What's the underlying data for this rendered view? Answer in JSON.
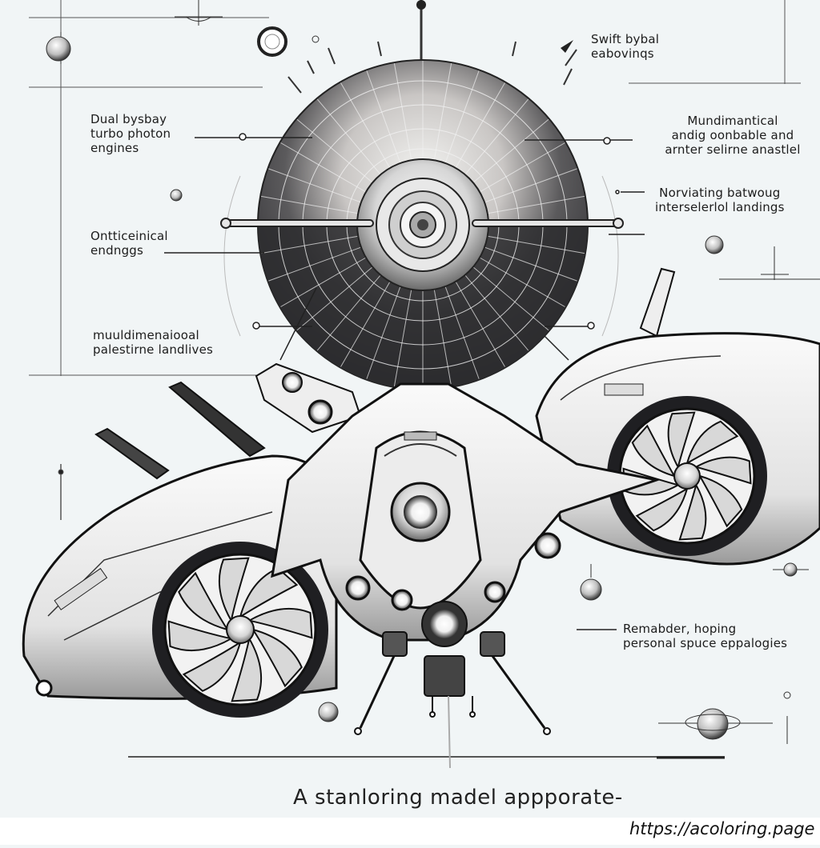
{
  "labels": {
    "top_right": "Swift bybal\neabovinqs",
    "left_1": "Dual bysbay\nturbo photon\nengines",
    "right_1": "Mundimantical\nandig oonbable and\narnter selirne anastlel",
    "right_2": "Norviating batwoug\ninterselerlol landings",
    "left_2": "Ontticeinical\nendnggs",
    "left_3": "muuldimenaiooal\npalestirne landlives",
    "right_3": "Remabder, hoping\npersonal spuce eppalogies"
  },
  "caption": "A stanloring madel appporate-",
  "watermark": "https://acoloring.page",
  "colors": {
    "background": "#f1f5f6",
    "ink": "#1a1a1a",
    "shade": "#2b2b2e"
  }
}
